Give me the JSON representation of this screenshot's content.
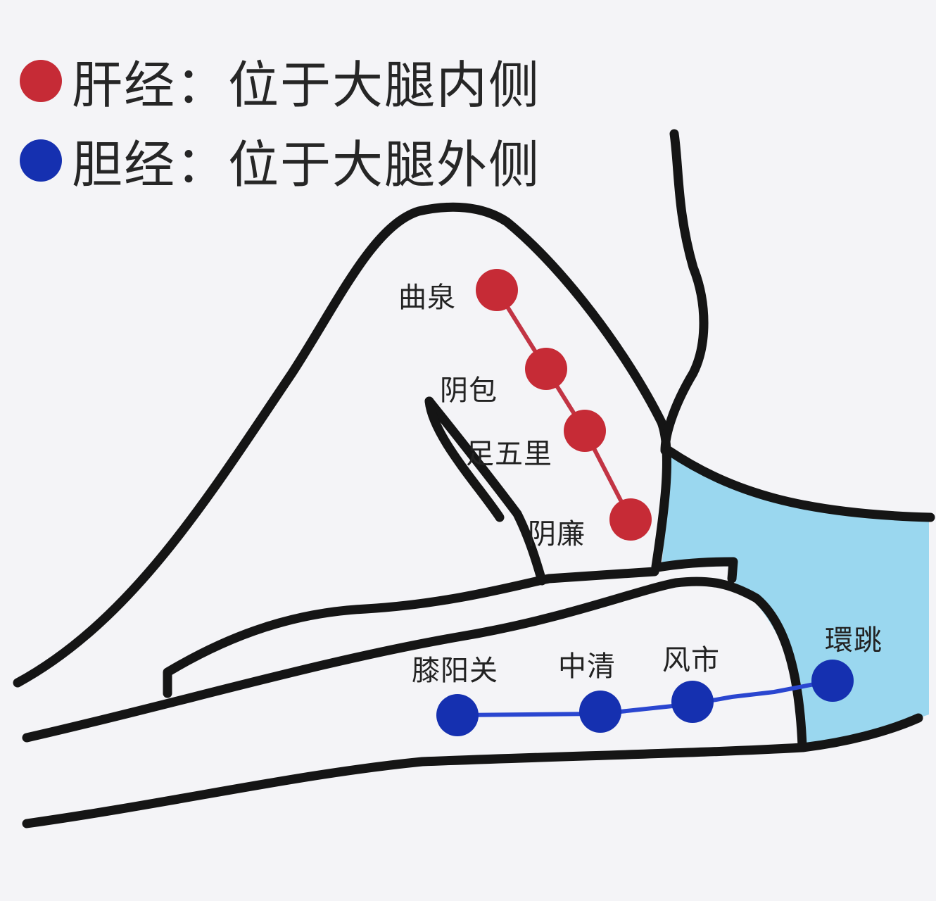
{
  "legend": {
    "liver": {
      "text": "肝经：位于大腿内侧",
      "color": "#c62b36"
    },
    "gallbladder": {
      "text": "胆经：位于大腿外侧",
      "color": "#1530b0"
    }
  },
  "meridians": {
    "liver": {
      "color": "#c62b36",
      "line_color": "#c23444",
      "points": [
        {
          "key": "ququan",
          "name": "曲泉"
        },
        {
          "key": "yinbao",
          "name": "阴包"
        },
        {
          "key": "zuwuli",
          "name": "足五里"
        },
        {
          "key": "yinlian",
          "name": "阴廉"
        }
      ]
    },
    "gallbladder": {
      "color": "#1530b0",
      "line_color": "#2a46d0",
      "points": [
        {
          "key": "xiyangguan",
          "name": "膝阳关"
        },
        {
          "key": "zhongqing",
          "name": "中清"
        },
        {
          "key": "fengshi",
          "name": "风市"
        },
        {
          "key": "huantiao",
          "name": "環跳"
        }
      ]
    }
  },
  "colors": {
    "outline": "#151515",
    "hip_fill": "#9ad7ef",
    "background": "#f4f4f7"
  }
}
